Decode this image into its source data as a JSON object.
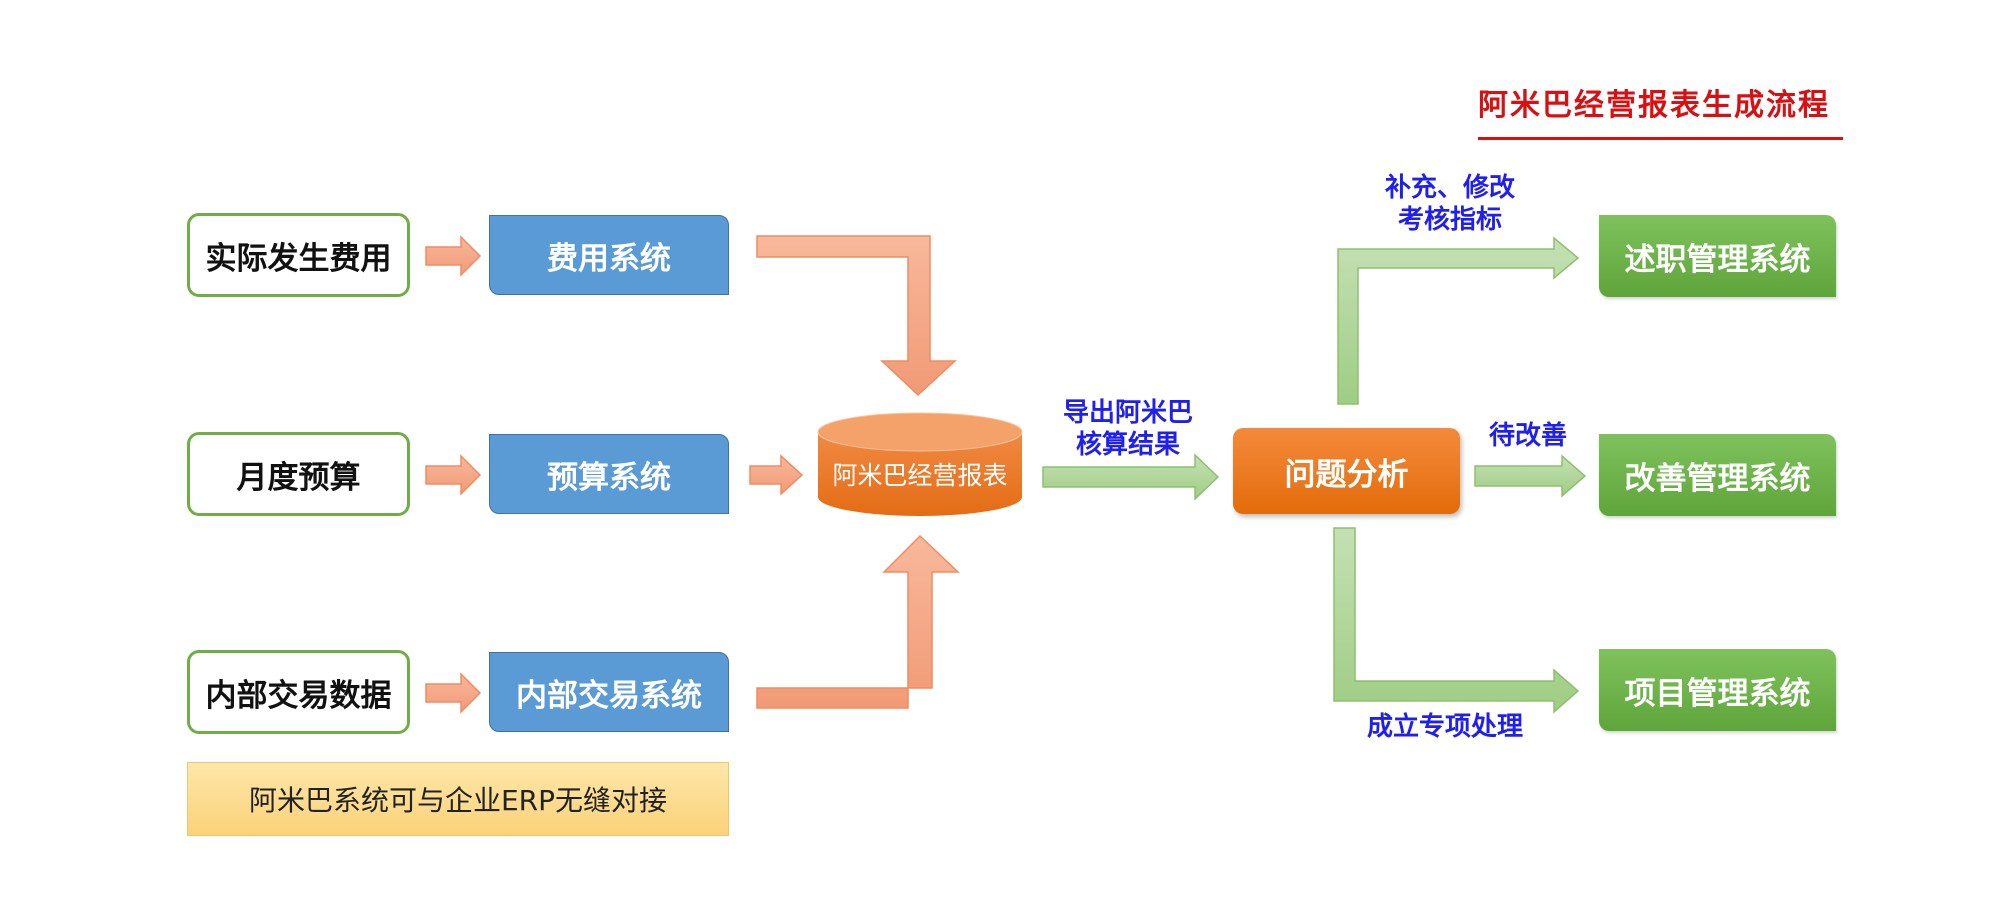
{
  "title": "阿米巴经营报表生成流程",
  "inputs": [
    {
      "label": "实际发生费用"
    },
    {
      "label": "月度预算"
    },
    {
      "label": "内部交易数据"
    }
  ],
  "systems": [
    {
      "label": "费用系统"
    },
    {
      "label": "预算系统"
    },
    {
      "label": "内部交易系统"
    }
  ],
  "report": {
    "label": "阿米巴经营报表"
  },
  "export_label": {
    "line1": "导出阿米巴",
    "line2": "核算结果"
  },
  "problem": {
    "label": "问题分析"
  },
  "branch_labels": {
    "top_line1": "补充、修改",
    "top_line2": "考核指标",
    "middle": "待改善",
    "bottom": "成立专项处理"
  },
  "outputs": [
    {
      "label": "述职管理系统"
    },
    {
      "label": "改善管理系统"
    },
    {
      "label": "项目管理系统"
    }
  ],
  "note": {
    "label": "阿米巴系统可与企业ERP无缝对接"
  },
  "colors": {
    "title_red": "#d90f12",
    "input_border_green": "#70ad47",
    "system_blue": "#5b9bd5",
    "report_orange": "#ee7d31",
    "problem_orange": "#e36c0a",
    "output_green": "#6ab04a",
    "label_blue": "#1f1ff2",
    "arrow_salmon": "#f4a582",
    "arrow_green": "#a9d18e",
    "note_yellow": "#fdd882"
  }
}
